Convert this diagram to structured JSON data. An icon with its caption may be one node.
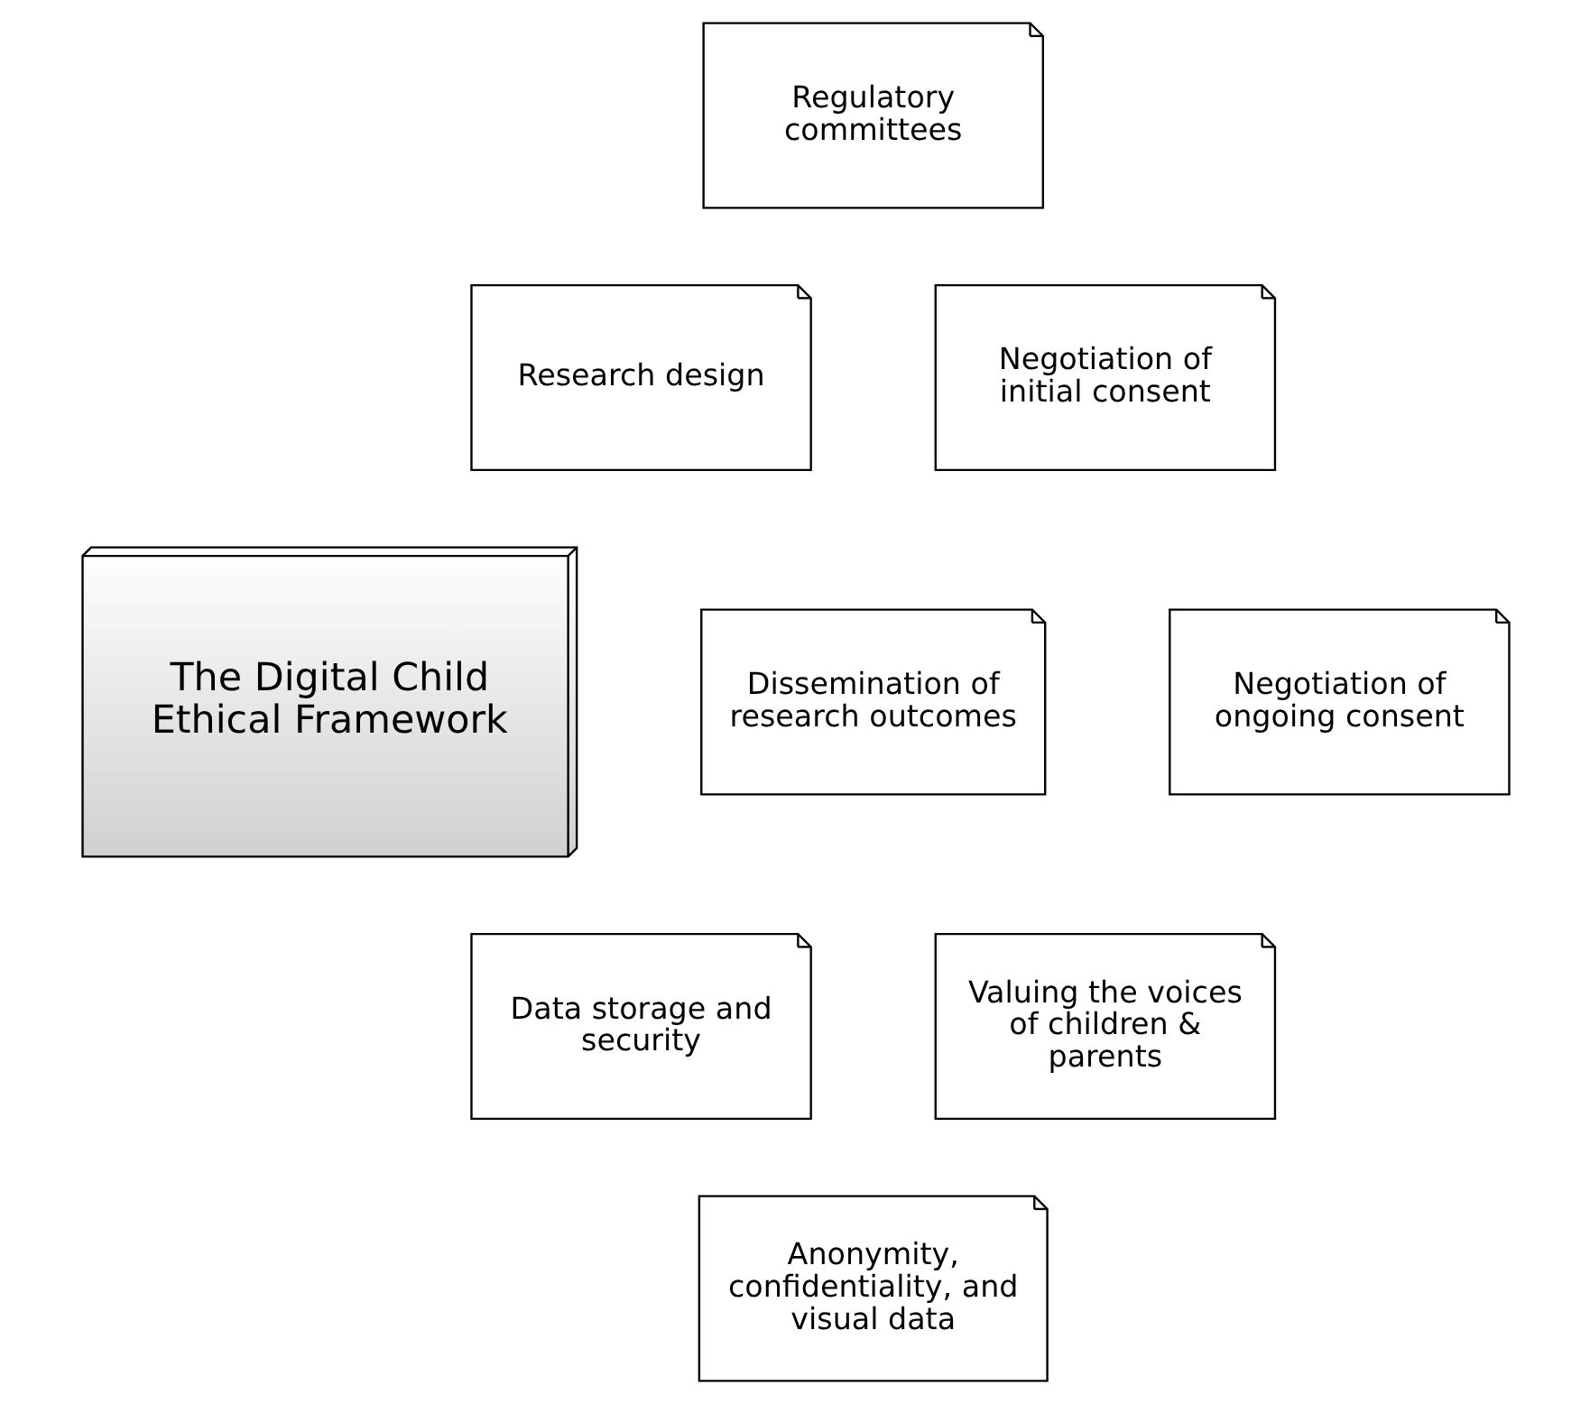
{
  "diagram": {
    "nodes": [
      {
        "text": [
          "Regulatory committees"
        ]
      },
      {
        "text": [
          "Research design"
        ]
      },
      {
        "text": [
          "Negotiation of initial consent"
        ]
      },
      {
        "text": [
          "The Digital Child Ethical Framework"
        ]
      },
      {
        "text": [
          "Dissemination of research outcomes"
        ]
      },
      {
        "text": [
          "Negotiation of ongoing consent"
        ]
      },
      {
        "text": [
          "Data storage and security"
        ]
      },
      {
        "text": [
          "Valuing the voices of children & parents"
        ]
      },
      {
        "text": [
          "Anonymity, confidentiality, and visual data"
        ]
      }
    ]
  }
}
